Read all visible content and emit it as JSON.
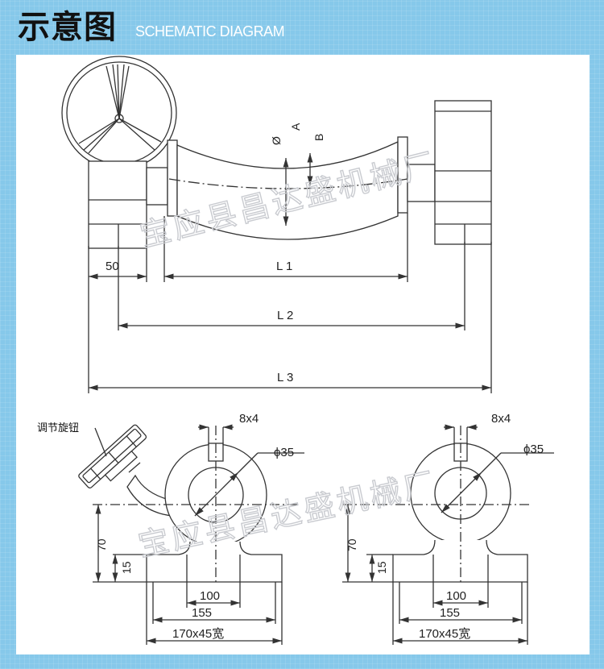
{
  "header": {
    "title": "示意图",
    "subtitle": "SCHEMATIC DIAGRAM"
  },
  "top_diagram": {
    "labels": {
      "phi": "Ø",
      "a": "A",
      "b": "B",
      "dim_50": "50",
      "dim_l1": "L 1",
      "dim_l2": "L 2",
      "dim_l3": "L 3"
    }
  },
  "bottom_left_diagram": {
    "knob_label": "调节旋钮",
    "dim_8x4": "8x4",
    "dim_phi35": "ϕ35",
    "dim_70": "70",
    "dim_15": "15",
    "dim_100": "100",
    "dim_155": "155",
    "dim_170": "170x45宽"
  },
  "bottom_right_diagram": {
    "dim_8x4": "8x4",
    "dim_phi35": "ϕ35",
    "dim_70": "70",
    "dim_15": "15",
    "dim_100": "100",
    "dim_155": "155",
    "dim_170": "170x45宽"
  },
  "watermark": {
    "text": "宝应县昌达盛机械厂"
  }
}
